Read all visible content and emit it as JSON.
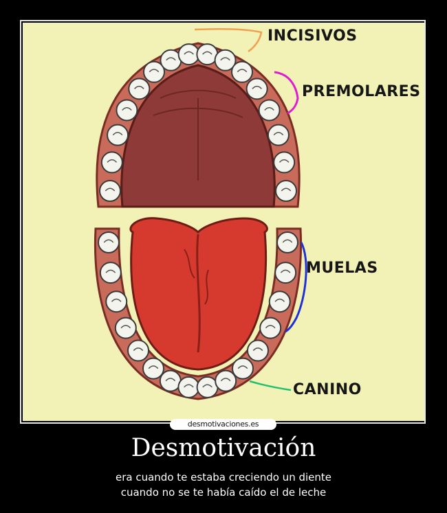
{
  "poster": {
    "labels": {
      "incisivos": "INCISIVOS",
      "premolares": "PREMOLARES",
      "muelas": "MUELAS",
      "canino": "CANINO"
    },
    "pointer_colors": {
      "incisivos": "#f0a050",
      "premolares": "#e01bd0",
      "muelas": "#2030d8",
      "canino": "#20c070"
    }
  },
  "watermark": "desmotivaciones.es",
  "title": "Desmotivación",
  "caption": {
    "line1": "era cuando te estaba creciendo un diente",
    "line2": "cuando no se te había caído el de leche"
  }
}
